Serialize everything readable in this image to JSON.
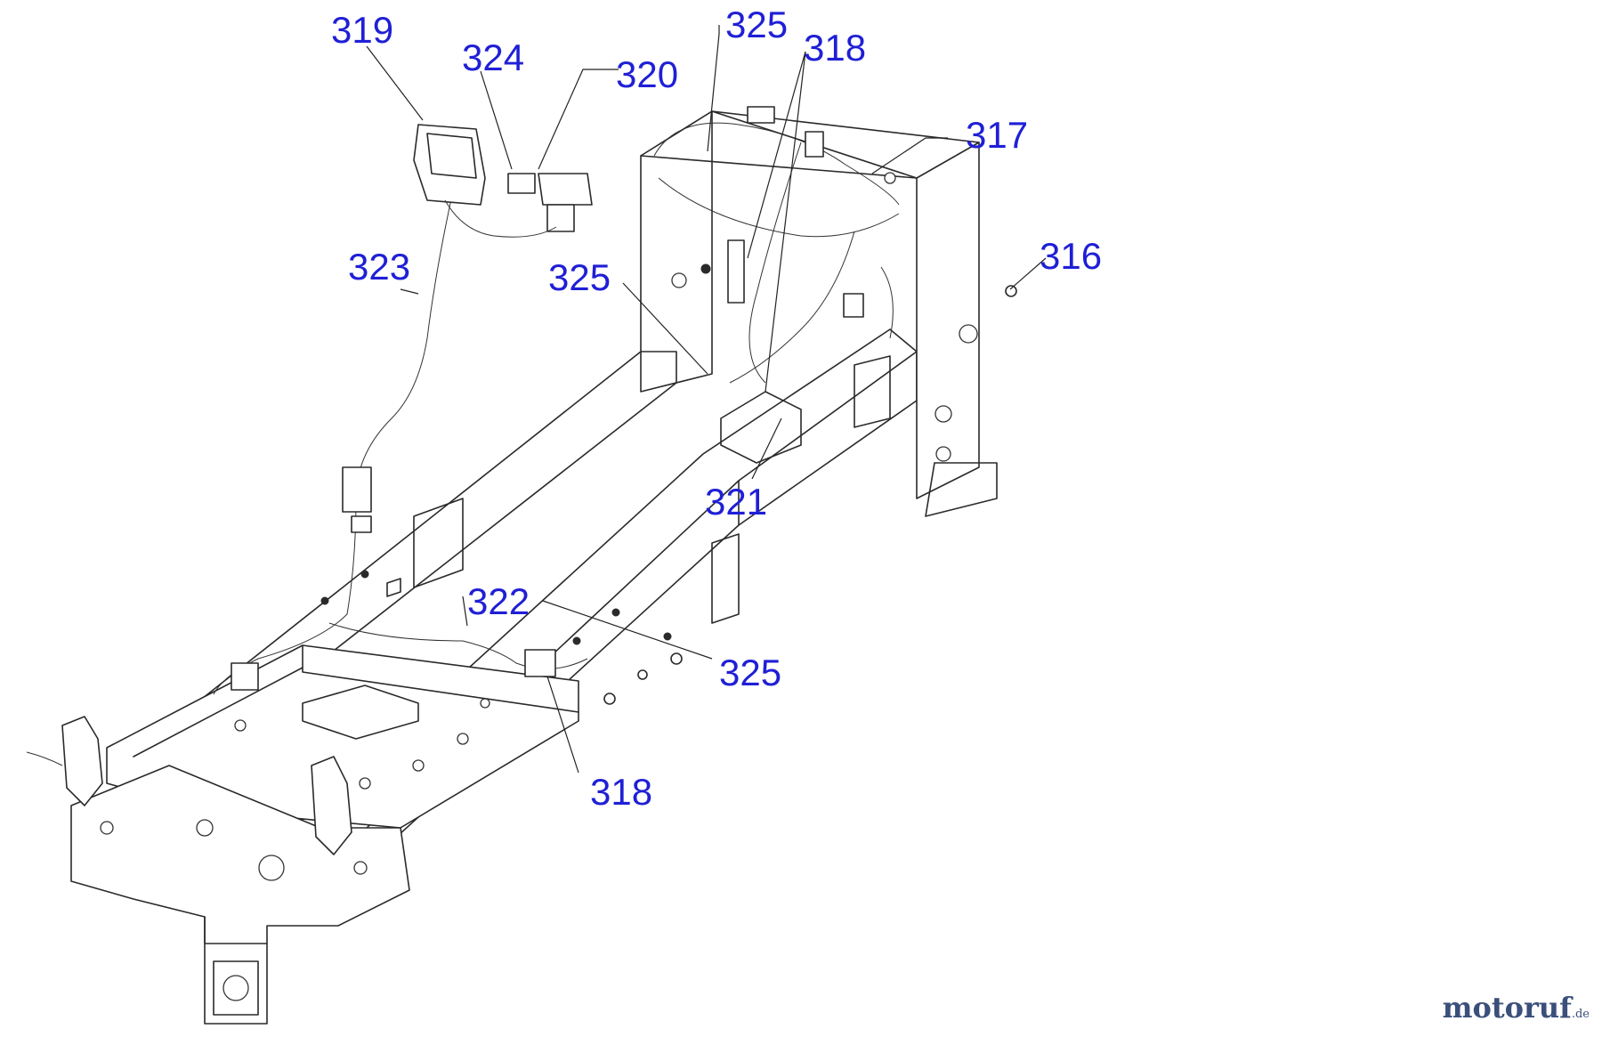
{
  "diagram": {
    "callouts": [
      {
        "id": "c-319",
        "text": "319"
      },
      {
        "id": "c-324",
        "text": "324"
      },
      {
        "id": "c-320",
        "text": "320"
      },
      {
        "id": "c-325a",
        "text": "325"
      },
      {
        "id": "c-318a",
        "text": "318"
      },
      {
        "id": "c-317",
        "text": "317"
      },
      {
        "id": "c-316",
        "text": "316"
      },
      {
        "id": "c-323",
        "text": "323"
      },
      {
        "id": "c-325b",
        "text": "325"
      },
      {
        "id": "c-321",
        "text": "321"
      },
      {
        "id": "c-322",
        "text": "322"
      },
      {
        "id": "c-325c",
        "text": "325"
      },
      {
        "id": "c-318b",
        "text": "318"
      }
    ],
    "label_color": "#1f1fd6"
  },
  "watermark": {
    "main": "motoruf",
    "tld": ".de",
    "colors": {
      "main": "#3a4f7a",
      "accent": "#e07a1b"
    }
  }
}
